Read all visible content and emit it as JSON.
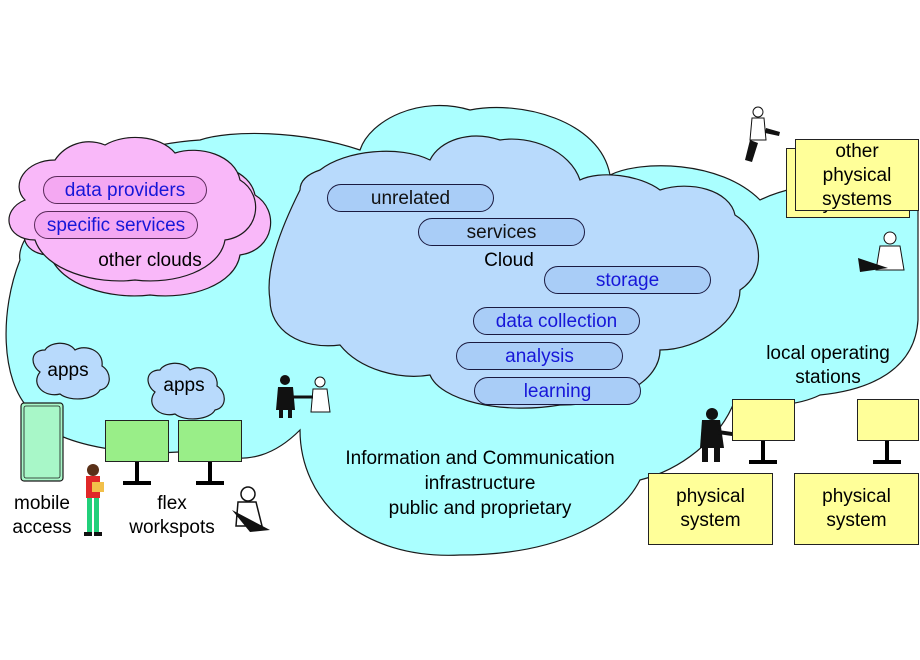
{
  "diagram": {
    "main_cloud_label": "Information and Communication\ninfrastructure\npublic and proprietary",
    "inner_cloud_label": "Cloud",
    "inner_cloud_items": [
      "unrelated",
      "services",
      "storage",
      "data collection",
      "analysis",
      "learning"
    ],
    "other_clouds": {
      "label": "other clouds",
      "items": [
        "data providers",
        "specific services"
      ]
    },
    "apps_label": "apps",
    "mobile_access_label": "mobile\naccess",
    "flex_workspots_label": "flex\nworkspots",
    "local_operating_stations_label": "local operating\nstations",
    "physical_system_label": "physical\nsystem",
    "other_physical_systems_label": "other\nphysical\nsystems",
    "other_physical_systems_back_label": "systems",
    "colors": {
      "main_cloud": "#aaffff",
      "inner_cloud": "#b8dafc",
      "pink_cloud": "#f9b8f9",
      "pill_blue": "#a9cdf7",
      "pill_pink": "#f4a8f2",
      "pill_text_blue": "#1717d8",
      "monitor_green": "#99ee88",
      "system_yellow": "#ffff99"
    }
  }
}
